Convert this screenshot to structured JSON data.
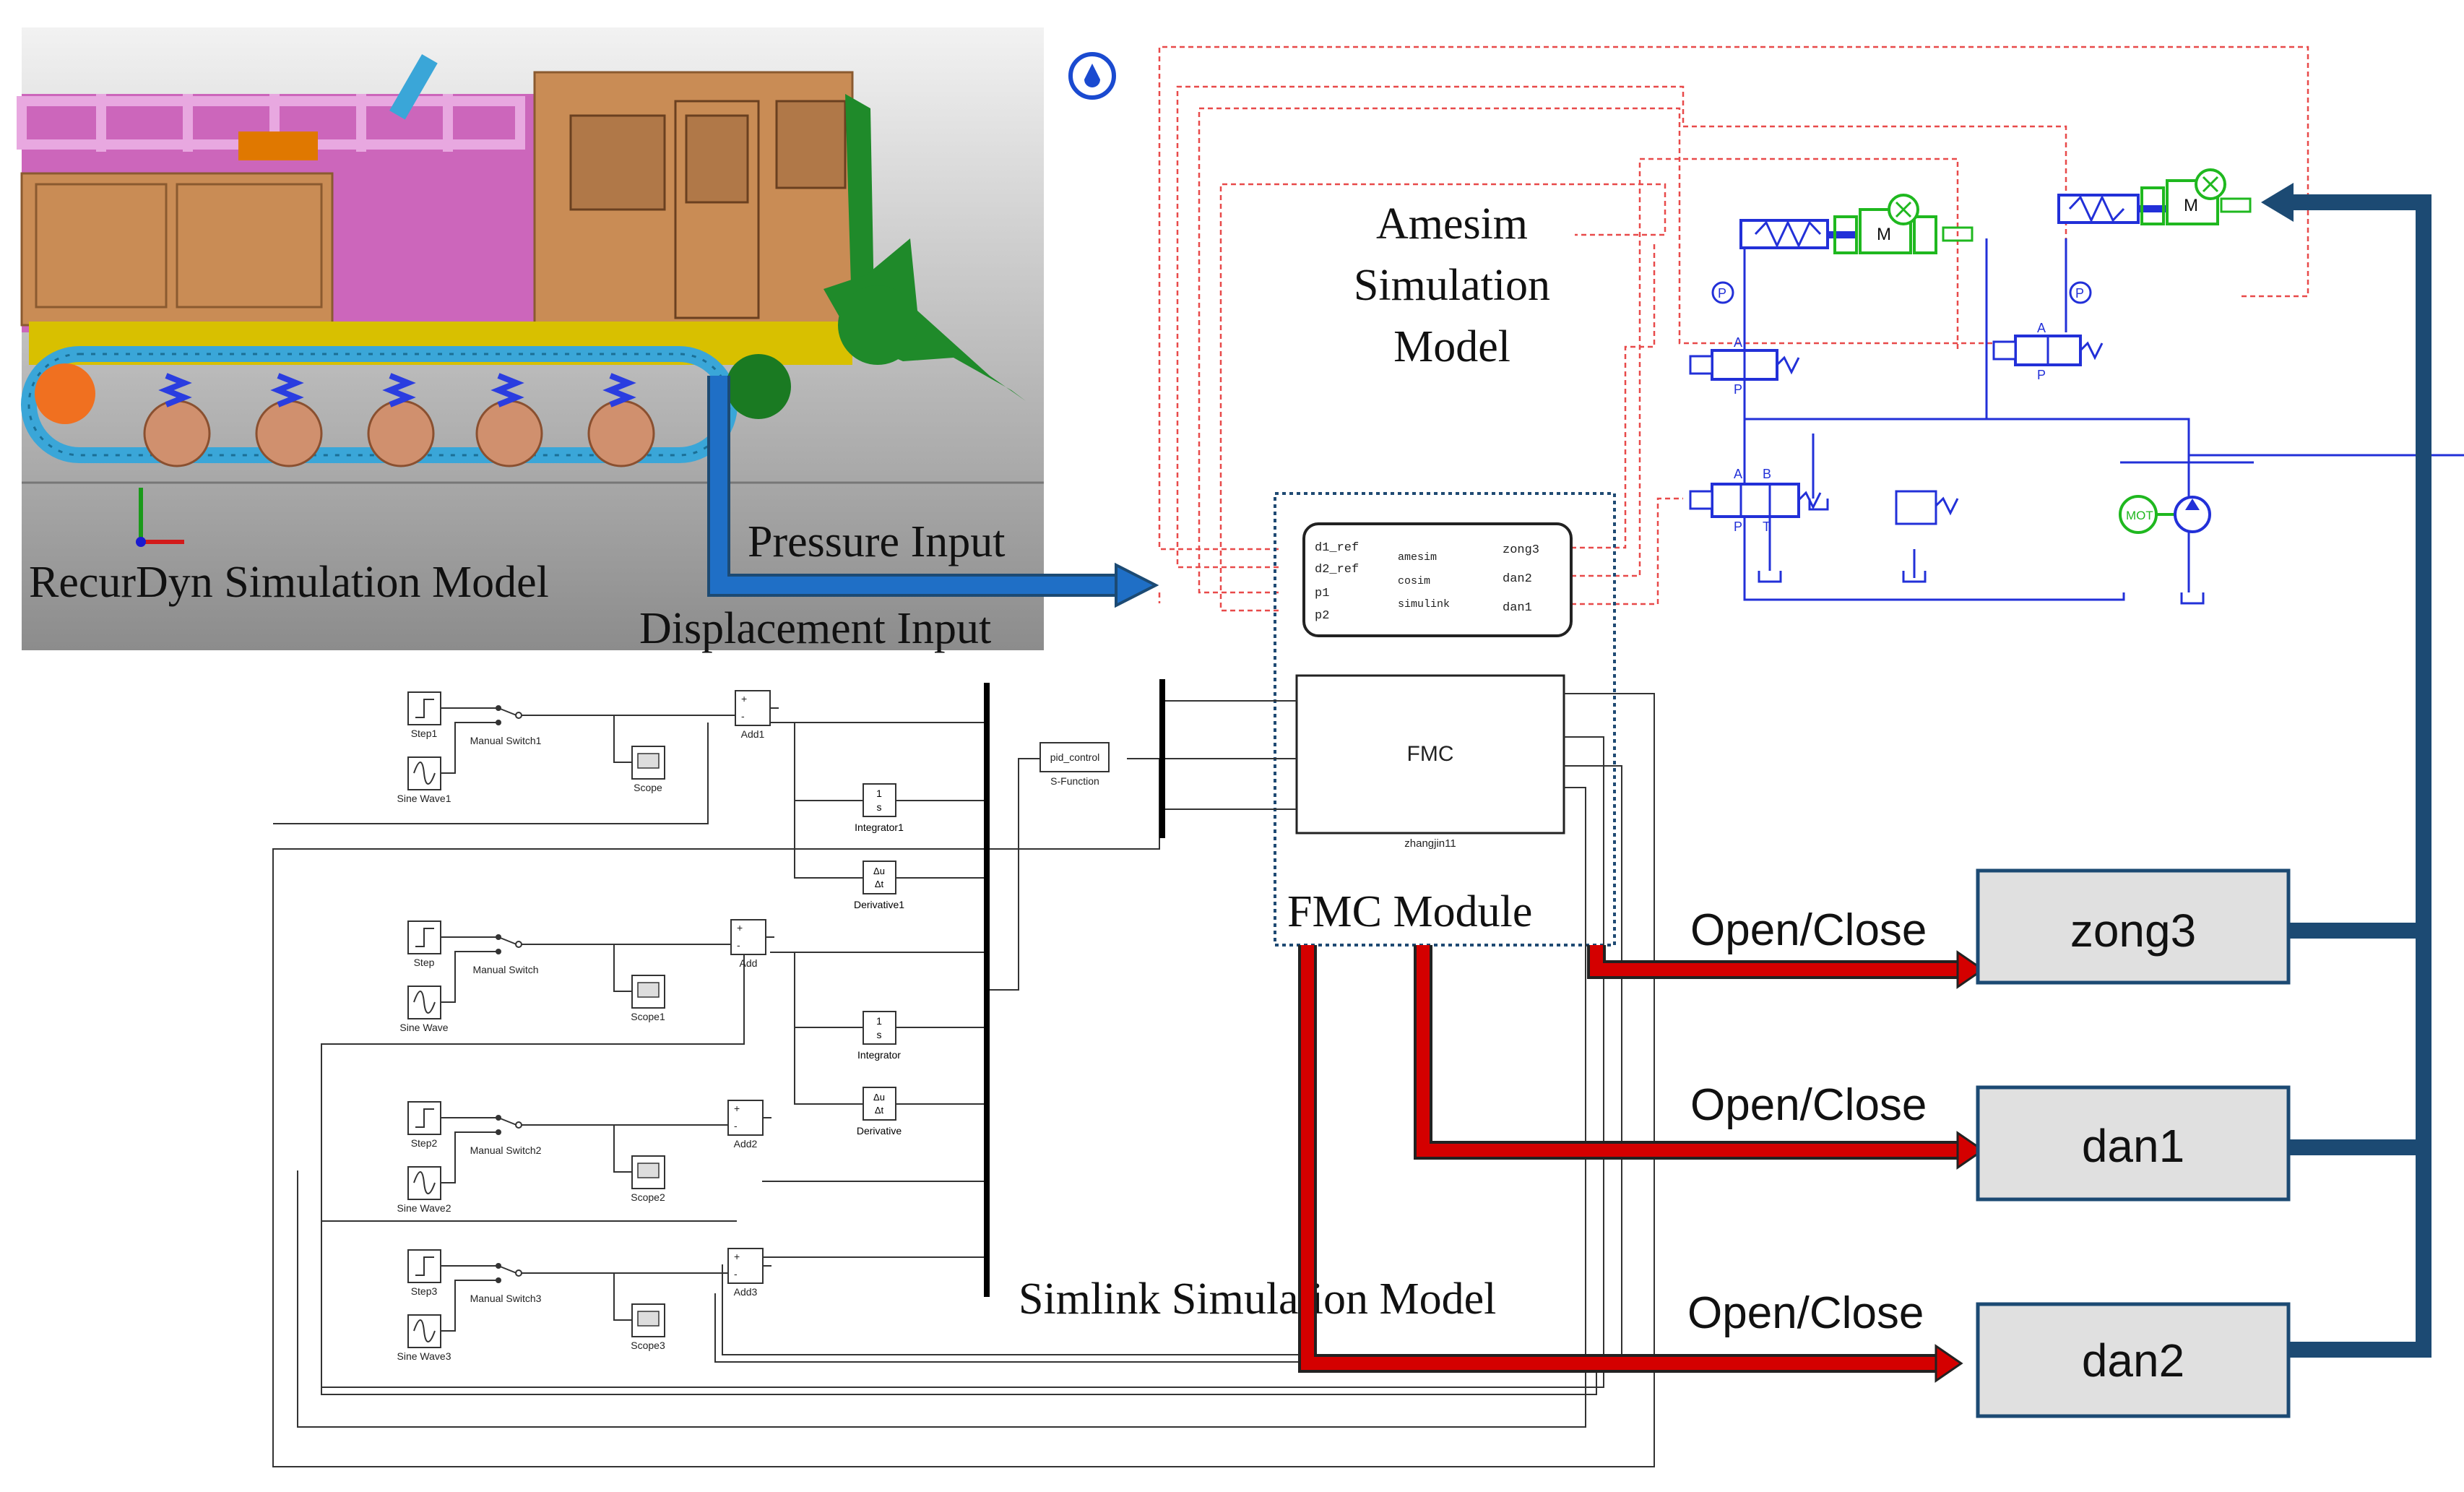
{
  "recurdyn": {
    "label": "RecurDyn Simulation Model"
  },
  "amesim": {
    "label_lines": [
      "Amesim",
      "Simulation",
      "Model"
    ]
  },
  "inputs": {
    "pressure": "Pressure Input",
    "displacement": "Displacement Input"
  },
  "cosim_block": {
    "inputs": [
      "d1_ref",
      "d2_ref",
      "p1",
      "p2"
    ],
    "center": [
      "amesim",
      "cosim",
      "simulink"
    ],
    "outputs": [
      "zong3",
      "dan2",
      "dan1"
    ]
  },
  "fmc_block": {
    "label": "FMC",
    "caption": "zhangjin11",
    "module_label": "FMC Module"
  },
  "simulink": {
    "label": "Simlink Simulation Model",
    "groups": [
      {
        "step": "Step1",
        "sine": "Sine Wave1",
        "switch": "Manual Switch1",
        "scope": "Scope",
        "add": "Add1"
      },
      {
        "step": "Step",
        "sine": "Sine Wave",
        "switch": "Manual Switch",
        "scope": "Scope1",
        "add": "Add"
      },
      {
        "step": "Step2",
        "sine": "Sine Wave2",
        "switch": "Manual Switch2",
        "scope": "Scope2",
        "add": "Add2"
      },
      {
        "step": "Step3",
        "sine": "Sine Wave3",
        "switch": "Manual Switch3",
        "scope": "Scope3",
        "add": "Add3"
      }
    ],
    "integrators": [
      "Integrator1",
      "Integrator"
    ],
    "derivatives": [
      "Derivative1",
      "Derivative"
    ],
    "sfunction": {
      "inner": "pid_control",
      "caption": "S-Function"
    },
    "glyphs": {
      "integrator_num": "1",
      "integrator_den": "s",
      "derivative_num": "Δu",
      "derivative_den": "Δt",
      "plus": "+",
      "minus": "-"
    }
  },
  "valves": [
    {
      "name": "zong3",
      "arrow_label": "Open/Close"
    },
    {
      "name": "dan1",
      "arrow_label": "Open/Close"
    },
    {
      "name": "dan2",
      "arrow_label": "Open/Close"
    }
  ],
  "hydraulic": {
    "motor": "MOT",
    "mass": "M",
    "pressure_sensor": "P",
    "port_a": "A",
    "port_b": "B",
    "port_p": "P",
    "port_t": "T"
  },
  "colors": {
    "blue_arrow": "#1f6fc6",
    "red_arrow": "#d40000",
    "navy_line": "#1c4a73",
    "hydraulic_blue": "#2230d8",
    "hydraulic_green": "#1fb81f",
    "signal_red": "#e84a4a",
    "valve_box": "#e0e0e0",
    "machine_body": "#c98c55",
    "machine_cab": "#cc66bb",
    "track": "#3aa6d8",
    "chassis": "#d8c000",
    "blade": "#1f8a2a"
  }
}
